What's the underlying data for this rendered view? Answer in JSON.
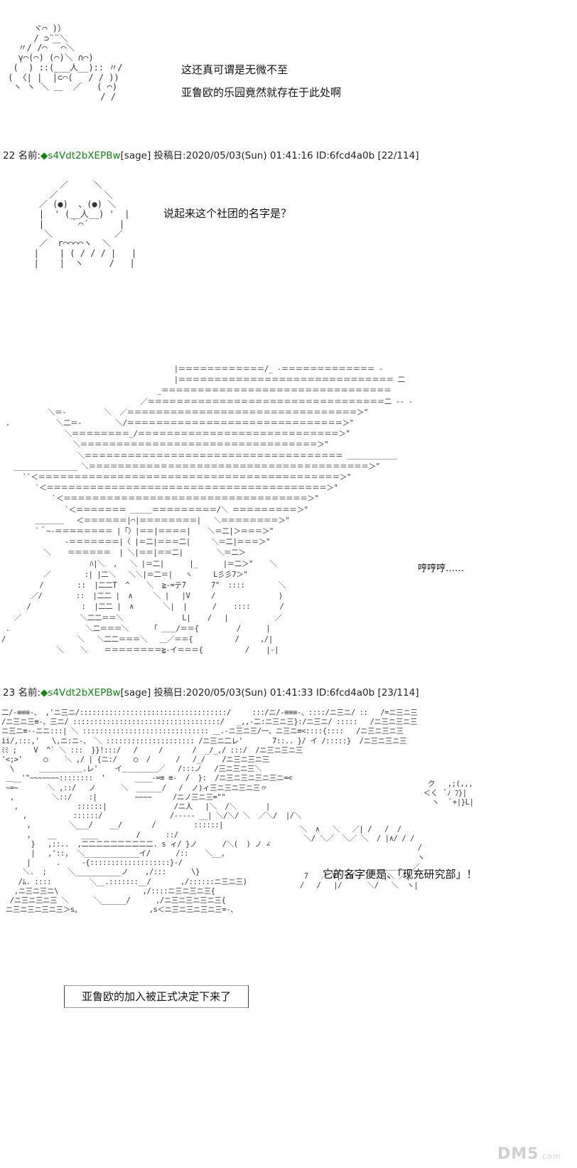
{
  "section1": {
    "lines": [
      "这还真可谓是无微不至",
      "亚鲁欧的乐园竟然就存在于此处啊"
    ]
  },
  "post22": {
    "number": "22",
    "name_label": "名前:",
    "name": "◆s4Vdt2bXEPBw",
    "mail": "[sage]",
    "date_label": "投稿日:",
    "date": "2020/05/03(Sun) 01:41:16",
    "id": "ID:6fcd4a0b",
    "count": "[22/114]",
    "line": "说起来这个社团的名字是？",
    "sfx": "哼哼哼……"
  },
  "post23": {
    "number": "23",
    "name_label": "名前:",
    "name": "◆s4Vdt2bXEPBw",
    "mail": "[sage]",
    "date_label": "投稿日:",
    "date": "2020/05/03(Sun) 01:41:33",
    "id": "ID:6fcd4a0b",
    "count": "[23/114]",
    "shout": "它的名字便是、「现充研究部」！",
    "sfx_glyphs": "ク",
    "caption": "亚鲁欧的加入被正式决定下来了"
  },
  "watermark": {
    "text": "DM5",
    "suffix": ".com"
  }
}
